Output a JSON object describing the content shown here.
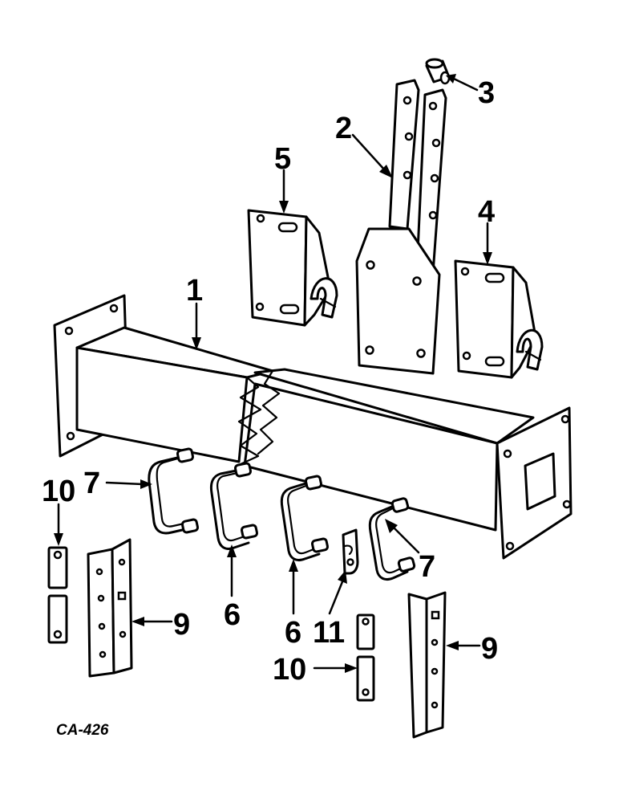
{
  "diagram_code": "CA-426",
  "callouts": {
    "c1": "1",
    "c2": "2",
    "c3": "3",
    "c4": "4",
    "c5": "5",
    "c6a": "6",
    "c6b": "6",
    "c7a": "7",
    "c7b": "7",
    "c9a": "9",
    "c9b": "9",
    "c10a": "10",
    "c10b": "10",
    "c11": "11"
  }
}
